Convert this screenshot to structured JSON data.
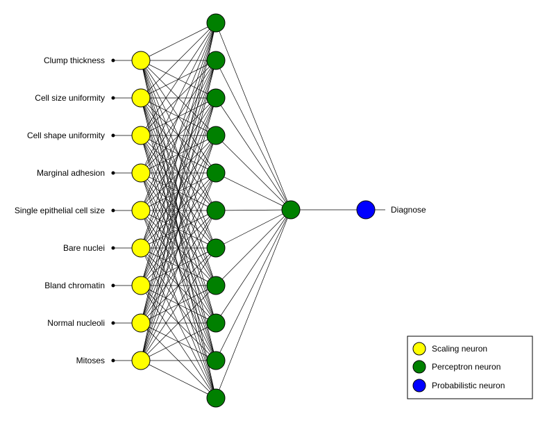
{
  "inputs": [
    "Clump thickness",
    "Cell size uniformity",
    "Cell shape uniformity",
    "Marginal adhesion",
    "Single epithelial cell size",
    "Bare nuclei",
    "Bland chromatin",
    "Normal nucleoli",
    "Mitoses"
  ],
  "hidden_count": 11,
  "output_label": "Diagnose",
  "colors": {
    "scaling": "#ffff00",
    "perceptron": "#008000",
    "probabilistic": "#0000ff"
  },
  "legend": [
    {
      "label": "Scaling neuron",
      "color": "#ffff00"
    },
    {
      "label": "Perceptron neuron",
      "color": "#008000"
    },
    {
      "label": "Probabilistic neuron",
      "color": "#0000ff"
    }
  ]
}
